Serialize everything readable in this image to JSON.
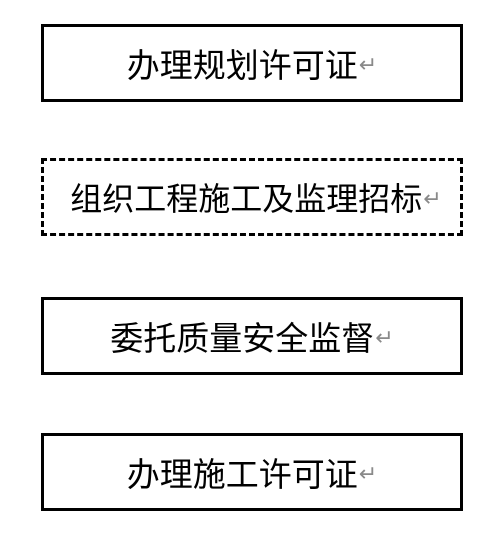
{
  "flow": {
    "steps": [
      {
        "label": "办理规划许可证",
        "border": "solid"
      },
      {
        "label": "组织工程施工及监理招标",
        "border": "dashed"
      },
      {
        "label": "委托质量安全监督",
        "border": "solid"
      },
      {
        "label": "办理施工许可证",
        "border": "solid"
      }
    ],
    "return_mark": "↵",
    "colors": {
      "border": "#000000",
      "text": "#000000",
      "return_mark": "#8a8a8a"
    }
  }
}
